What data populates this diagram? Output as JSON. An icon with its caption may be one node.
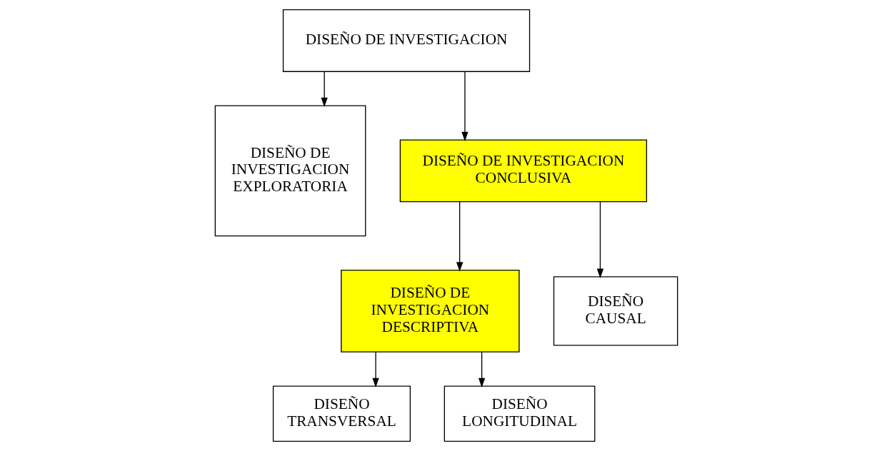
{
  "diagram": {
    "nodes": [
      {
        "text": [
          "DISEÑO DE INVESTIGACION"
        ]
      },
      {
        "text": [
          "DISEÑO DE INVESTIGACION EXPLORATORIA"
        ]
      },
      {
        "text": [
          "DISEÑO DE INVESTIGACION CONCLUSIVA"
        ]
      },
      {
        "text": [
          "DISEÑO DE INVESTIGACION DESCRIPTIVA"
        ]
      },
      {
        "text": [
          "DISEÑO CAUSAL"
        ]
      },
      {
        "text": [
          "DISEÑO TRANSVERSAL"
        ]
      },
      {
        "text": [
          "DISEÑO LONGITUDINAL"
        ]
      }
    ],
    "edges": [
      {
        "from": 0,
        "to": 1,
        "arrow": "to"
      },
      {
        "from": 0,
        "to": 2,
        "arrow": "to"
      },
      {
        "from": 2,
        "to": 3,
        "arrow": "to"
      },
      {
        "from": 2,
        "to": 4,
        "arrow": "to"
      },
      {
        "from": 3,
        "to": 5,
        "arrow": "to"
      },
      {
        "from": 3,
        "to": 6,
        "arrow": "to"
      }
    ]
  }
}
